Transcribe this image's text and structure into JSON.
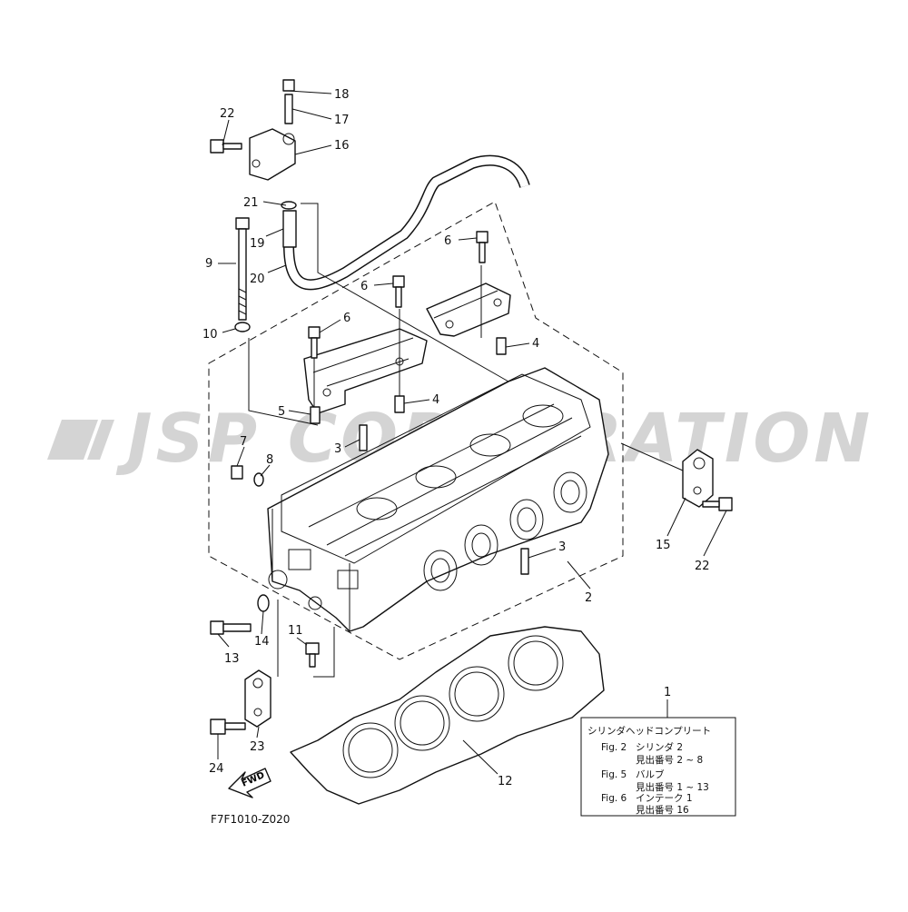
{
  "watermark": "JSP CORPORATION",
  "diagram_code": "F7F1010-Z020",
  "fwd_label": "FWD",
  "callouts": {
    "c1": "1",
    "c2": "2",
    "c3a": "3",
    "c3b": "3",
    "c4a": "4",
    "c4b": "4",
    "c5": "5",
    "c6a": "6",
    "c6b": "6",
    "c6c": "6",
    "c7": "7",
    "c8": "8",
    "c9": "9",
    "c10": "10",
    "c11": "11",
    "c12": "12",
    "c13": "13",
    "c14": "14",
    "c15": "15",
    "c16": "16",
    "c17": "17",
    "c18": "18",
    "c19": "19",
    "c20": "20",
    "c21": "21",
    "c22a": "22",
    "c22b": "22",
    "c23": "23",
    "c24": "24"
  },
  "legend": {
    "title": "シリンダヘッドコンプリート",
    "rows": [
      {
        "fig": "Fig. 2",
        "name": "シリンダ 2",
        "detail": "見出番号 2 ~ 8"
      },
      {
        "fig": "Fig. 5",
        "name": "バルブ",
        "detail": "見出番号 1 ~ 13"
      },
      {
        "fig": "Fig. 6",
        "name": "インテーク 1",
        "detail": "見出番号 16"
      }
    ]
  }
}
